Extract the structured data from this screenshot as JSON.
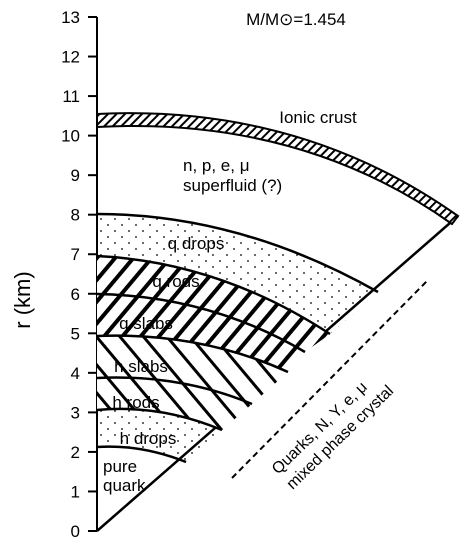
{
  "mass_label": "M/M⊙=1.454",
  "axis": {
    "label": "r (km)",
    "ticks": [
      "0",
      "1",
      "2",
      "3",
      "4",
      "5",
      "6",
      "7",
      "8",
      "9",
      "10",
      "11",
      "12",
      "13"
    ]
  },
  "regions": {
    "ionic_crust": "Ionic crust",
    "superfluid_line1": "n, p, e, μ",
    "superfluid_line2": "superfluid (?)",
    "q_drops": "q drops",
    "q_rods": "q rods",
    "q_slabs": "q slabs",
    "h_slabs": "h slabs",
    "h_rods": "h rods",
    "h_drops": "h drops",
    "pure_quark_line1": "pure",
    "pure_quark_line2": "quark"
  },
  "mixed_phase": {
    "line1": "Quarks, N, Y, e, μ",
    "line2": "mixed phase crystal"
  }
}
